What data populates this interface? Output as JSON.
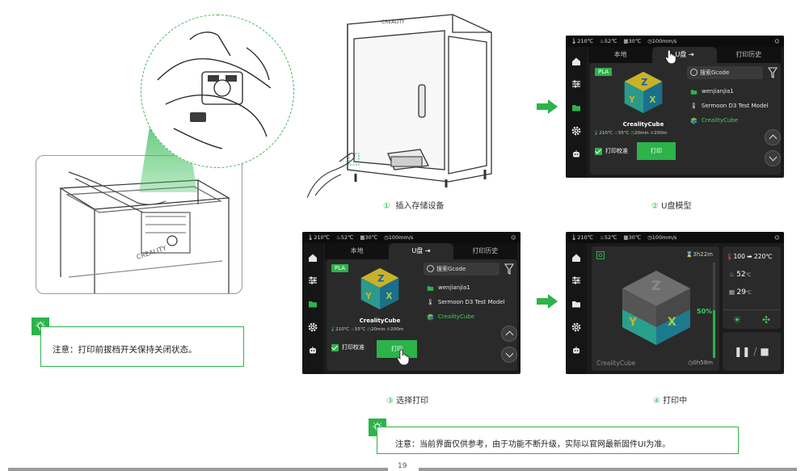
{
  "status_bar": {
    "nozzle": "210℃",
    "bed": "52℃",
    "chamber": "30℃",
    "speed": "100mm/s"
  },
  "tabs": [
    "本地",
    "U盘",
    "打印历史"
  ],
  "file_screen": {
    "filament": "PLA",
    "search_placeholder": "搜索Gcode",
    "files": [
      "wenjianjia1",
      "Sermoon D3 Test Model",
      "CrealityCube"
    ],
    "model_name": "CrealityCube",
    "meta": {
      "nozzle": "210℃",
      "bed": "55℃",
      "time": "20min",
      "length": "200m"
    },
    "calibration_label": "打印校准",
    "print_label": "打印"
  },
  "printing_screen": {
    "remaining_time": "3h22m",
    "progress_percent": 50,
    "progress_label": "50%",
    "model_name": "CrealityCube",
    "elapsed": "0h58m",
    "nozzle_temp": "100 ➡ 220℃",
    "bed_temp": "52",
    "chamber_temp": "29",
    "temp_unit": "℃"
  },
  "captions": {
    "step1_num": "①",
    "step1": "插入存储设备",
    "step2_num": "②",
    "step2": "U盘模型",
    "step3_num": "③",
    "step3": "选择打印",
    "step4_num": "④",
    "step4": "打印中"
  },
  "notes": {
    "note1": "注意：打印前拔档开关保持关闭状态。",
    "note2": "注意：当前界面仅供参考，由于功能不断升级，实际以官网最新固件UI为准。"
  },
  "brand": "CREALITY",
  "page_number": "19",
  "colors": {
    "accent": "#2cb34a",
    "screen_bg": "#1b1b1b"
  }
}
